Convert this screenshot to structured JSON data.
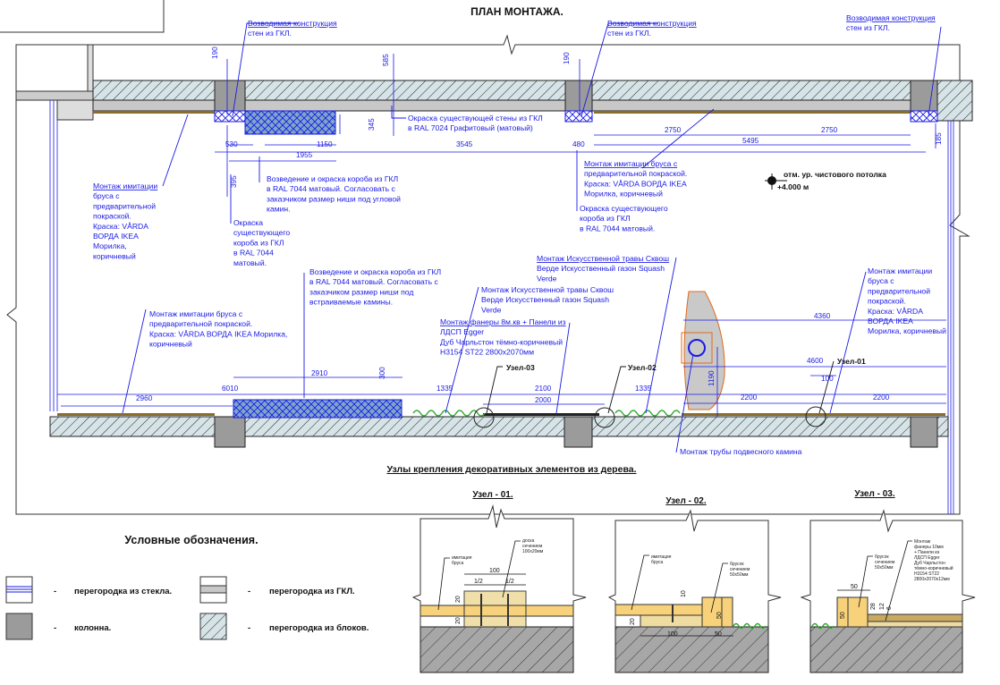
{
  "titles": {
    "plan": "ПЛАН МОНТАЖА.",
    "nodes_section": "Узлы крепления декоративных элементов из дерева.",
    "legend": "Условные обозначения."
  },
  "level_mark": {
    "line1": "отм. ур. чистового потолка",
    "line2": "+4.000 м"
  },
  "annotations": {
    "gkl_wall_1": [
      "Возводимая конструкция",
      "стен из ГКЛ."
    ],
    "gkl_wall_2": [
      "Возводимая конструкция",
      "стен из ГКЛ."
    ],
    "gkl_wall_3": [
      "Возводимая конструкция",
      "стен из ГКЛ."
    ],
    "paint_wall": [
      "Окраска существующей стены из ГКЛ",
      "в RAL 7024 Графитовый (матовый)"
    ],
    "box_corner": [
      "Возведение и окраска короба из ГКЛ",
      "в RAL 7044 матовый. Согласовать с",
      "заказчиком размер ниши под угловой",
      "камин."
    ],
    "paint_box_left": [
      "Окраска",
      "существующего",
      "короба из ГКЛ",
      "в RAL 7044",
      "матовый."
    ],
    "timber_left": [
      "Монтаж имитации",
      "бруса с",
      "предварительной",
      "покраской.",
      "Краска: VÅRDA",
      "ВОРДА IKEA",
      "Морилка,",
      "коричневый"
    ],
    "timber_top_right": [
      "Монтаж имитации бруса с",
      "предварительной  покраской.",
      "Краска: VÅRDA ВОРДА IKEA",
      "Морилка, коричневый"
    ],
    "paint_box_right": [
      "Окраска существующего",
      "короба из ГКЛ",
      "в RAL 7044 матовый."
    ],
    "grass_1": [
      "Монтаж Искусственной травы Сквош",
      "Верде Искусственный газон Squash",
      "Verde"
    ],
    "grass_2": [
      "Монтаж Искусственной травы Сквош",
      "Верде Искусственный газон Squash",
      "Verde"
    ],
    "box_fireplaces": [
      "Возведение и окраска короба из ГКЛ",
      "в RAL 7044 матовый. Согласовать с",
      "заказчиком размер ниши под",
      "встраиваемые камины."
    ],
    "timber_bottom_left": [
      "Монтаж имитации бруса с",
      "предварительной покраской.",
      "Краска: VÅRDA ВОРДА IKEA Морилка,",
      "коричневый"
    ],
    "plywood": [
      "Монтаж фанеры 8м.кв + Панели из",
      "ЛДСП Egger",
      "Дуб Чарльстон тёмно-коричневый",
      "H3154 ST22 2800x2070мм"
    ],
    "timber_bottom_right": [
      "Монтаж имитации",
      "бруса с",
      "предварительной",
      "покраской.",
      "Краска: VÅRDA",
      "ВОРДА IKEA",
      "Морилка, коричневый"
    ],
    "chimney_pipe": "Монтаж трубы подвесного камина",
    "node_01": "Узел-01",
    "node_02": "Узел-02",
    "node_03": "Узел-03"
  },
  "dimensions": {
    "top": {
      "d190a": "190",
      "d585": "585",
      "d345": "345",
      "d530": "530",
      "d1150": "1150",
      "d1955": "1955",
      "d3545": "3545",
      "d395": "395",
      "d190b": "190",
      "d480": "480",
      "d2750a": "2750",
      "d2750b": "2750",
      "d5495": "5495",
      "d185": "185"
    },
    "bottom": {
      "d2910": "2910",
      "d300": "300",
      "d6010": "6010",
      "d2960": "2960",
      "d1335a": "1335",
      "d2100": "2100",
      "d2000": "2000",
      "d1335b": "1335",
      "d4360": "4360",
      "d4600": "4600",
      "d100": "100",
      "d1190": "1190",
      "d2200a": "2200",
      "d2200b": "2200"
    }
  },
  "details": [
    {
      "title": "Узел - 01.",
      "labels": [
        [
          "имитация",
          "бруса"
        ],
        [
          "доска",
          "сечением",
          "100x20мм"
        ]
      ],
      "dims": {
        "w": "100",
        "half1": "1/2",
        "half2": "1/2",
        "h1": "20",
        "h2": "20"
      }
    },
    {
      "title": "Узел - 02.",
      "labels": [
        [
          "имитация",
          "бруса"
        ],
        [
          "брусок",
          "сечением",
          "50x50мм"
        ]
      ],
      "dims": {
        "h10": "10",
        "h20": "20",
        "h50": "50",
        "w100": "100",
        "w50": "50"
      }
    },
    {
      "title": "Узел - 03.",
      "labels": [
        [
          "брусок",
          "сечением",
          "50x50мм"
        ],
        [
          "Монтаж",
          "фанеры 10мм",
          "+ Панели из",
          "ЛДСП Egger",
          "Дуб Чарльстон",
          "тёмно-коричневый",
          "H3154 ST22",
          "2800x2070x12мм"
        ]
      ],
      "dims": {
        "w50": "50",
        "h50": "50",
        "h28": "28",
        "h12": "12",
        "h6": "6"
      }
    }
  ],
  "legend": [
    {
      "symbol": "glass",
      "dash": "-",
      "label": "перегородка из стекла."
    },
    {
      "symbol": "gkl",
      "dash": "-",
      "label": "перегородка из ГКЛ."
    },
    {
      "symbol": "column",
      "dash": "-",
      "label": "колонна."
    },
    {
      "symbol": "blocks",
      "dash": "-",
      "label": "перегородка из блоков."
    }
  ],
  "colors": {
    "annotation": "#1a1ae6",
    "column": "#9b9b9b",
    "block_fill": "#d6e4e8",
    "gkl_fill": "#c8c8c8",
    "box_fill": "#7fa6c9",
    "wood": "#f7d27a",
    "fireplace": "#e06a1b",
    "grass": "#2fa82f"
  }
}
